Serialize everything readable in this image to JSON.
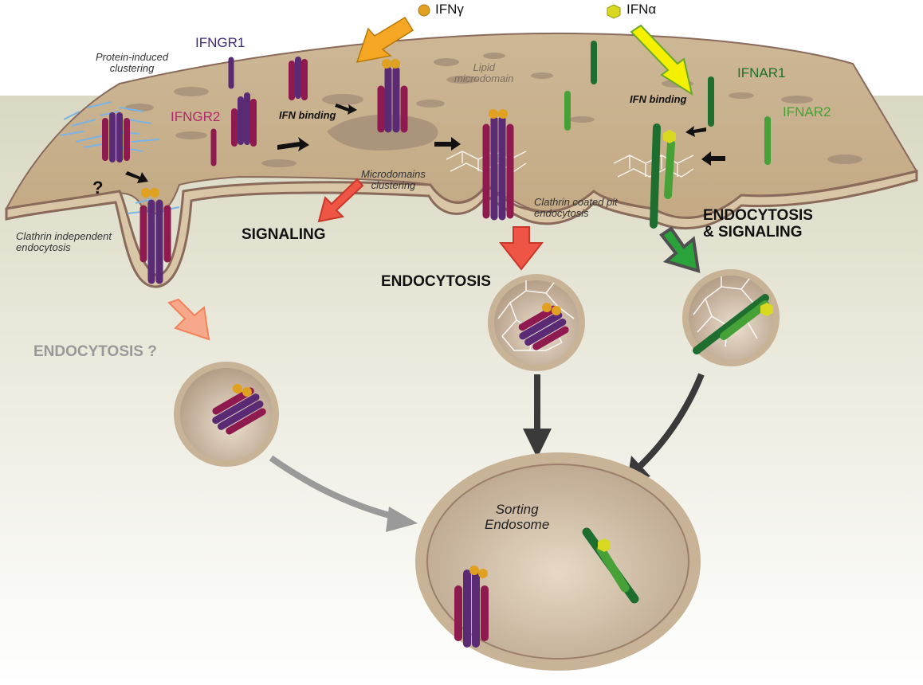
{
  "colors": {
    "membrane_top": "#c8b28f",
    "membrane_edge": "#8a6a5a",
    "cytoplasm_top": "#d4d3bb",
    "cytoplasm_bottom": "#ffffff",
    "ifngr1": "#5a2a74",
    "ifngr2": "#8e1a4f",
    "ifnar1": "#1e6e30",
    "ifnar2": "#46a136",
    "ifn_gamma": "#e0a020",
    "ifn_alpha": "#d8d820",
    "arrow_ifngamma": "#f5a623",
    "arrow_ifnalpha": "#f5f000",
    "arrow_red": "#ef5545",
    "arrow_pink": "#f7a78a",
    "arrow_green": "#2aa33a",
    "arrow_grey": "#9a9a9a",
    "arrow_dark": "#3a3a3a",
    "clusters": "#7ab4e6"
  },
  "legend": {
    "ifn_gamma": "IFNγ",
    "ifn_alpha": "IFNα"
  },
  "receptors": {
    "ifngr1": "IFNGR1",
    "ifngr2": "IFNGR2",
    "ifnar1": "IFNAR1",
    "ifnar2": "IFNAR2"
  },
  "annotations": {
    "protein_induced": "Protein-induced\nclustering",
    "ifn_binding_left": "IFN binding",
    "ifn_binding_right": "IFN binding",
    "lipid_microdomain": "Lipid\nmicrodomain",
    "microdomains_clustering": "Microdomains\nclustering",
    "clathrin_coated": "Clathrin coated pit\nendocytosis",
    "clathrin_independent": "Clathrin independent\nendocytosis",
    "question": "?"
  },
  "outcomes": {
    "signaling": "SIGNALING",
    "endocytosis": "ENDOCYTOSIS",
    "endocytosis_q": "ENDOCYTOSIS ?",
    "endocytosis_signaling": "ENDOCYTOSIS\n& SIGNALING"
  },
  "endosome": {
    "label": "Sorting\nEndosome"
  }
}
